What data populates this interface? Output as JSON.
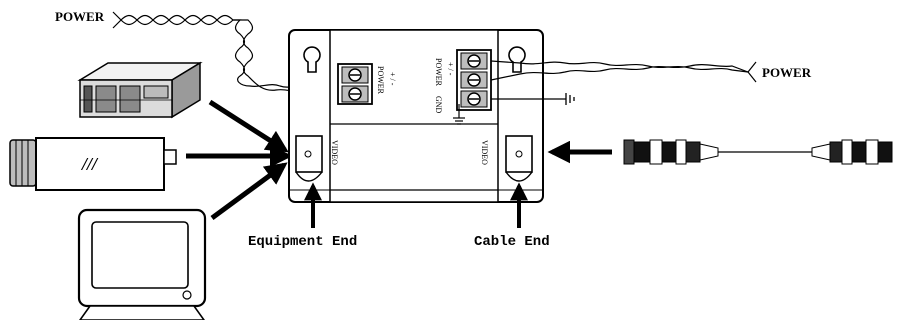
{
  "labels": {
    "power_left": "POWER",
    "power_right": "POWER",
    "equipment_end": "Equipment End",
    "cable_end": "Cable End",
    "terminal_left_power": "POWER",
    "terminal_left_pm": "+ / -",
    "terminal_right_power": "POWER",
    "terminal_right_gnd": "GND",
    "terminal_right_pm": "+ / -",
    "video_left": "VIDEO",
    "video_right": "VIDEO",
    "camera_badge": "///"
  },
  "colors": {
    "line": "#000000",
    "device_fill": "#e6e6e6",
    "background": "#ffffff"
  }
}
